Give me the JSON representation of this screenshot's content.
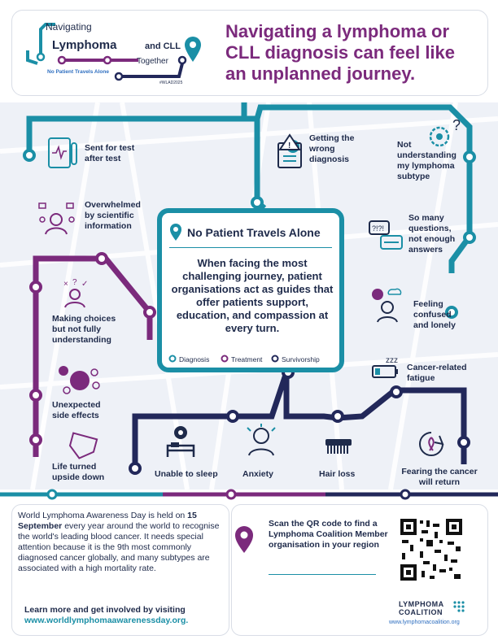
{
  "logo": {
    "line1": "Navigating",
    "line2": "Lymphoma",
    "and_cll": "and CLL",
    "line3": "Together",
    "tagline": "No Patient Travels Alone",
    "hashtag": "#WLAD2025"
  },
  "headline": "Navigating a lymphoma or CLL diagnosis can feel like an unplanned journey.",
  "stops": [
    {
      "label": "Sent for test after test",
      "icon": "tablet-test-icon"
    },
    {
      "label": "Overwhelmed by scientific information",
      "icon": "overwhelmed-person-icon"
    },
    {
      "label": "Making choices but not fully understanding",
      "icon": "choices-person-icon"
    },
    {
      "label": "Unexpected side effects",
      "icon": "side-effects-icon"
    },
    {
      "label": "Life turned upside down",
      "icon": "upside-down-house-icon"
    },
    {
      "label": "Getting the wrong diagnosis",
      "icon": "warning-clipboard-icon"
    },
    {
      "label": "Not understanding my lymphoma subtype",
      "icon": "cell-question-icon"
    },
    {
      "label": "So many questions, not enough answers",
      "icon": "question-bubbles-icon"
    },
    {
      "label": "Feeling confused and lonely",
      "icon": "confused-person-icon"
    },
    {
      "label": "Cancer-related fatigue",
      "icon": "low-battery-icon"
    },
    {
      "label": "Unable to sleep",
      "icon": "bed-eye-icon"
    },
    {
      "label": "Anxiety",
      "icon": "anxious-person-icon"
    },
    {
      "label": "Hair loss",
      "icon": "comb-icon"
    },
    {
      "label": "Fearing the cancer will return",
      "icon": "ribbon-return-icon"
    }
  ],
  "center": {
    "title": "No Patient Travels Alone",
    "body": "When facing the most challenging journey, patient organisations act as guides that offer patients support, education, and compassion at every turn.",
    "legend": [
      "Diagnosis",
      "Treatment",
      "Survivorship"
    ]
  },
  "colors": {
    "diagnosis": "#1b8fa6",
    "treatment": "#7b2a7c",
    "survivorship": "#22285a",
    "headline": "#7b2a7c"
  },
  "bottom": {
    "intro_pre": "World Lymphoma Awareness Day is held on ",
    "date": "15 September",
    "intro_post": " every year around the world to recognise the world's leading blood cancer. It needs special attention because it is the 9th most commonly diagnosed cancer globally, and many subtypes are associated with a high mortality rate.",
    "cta": "Learn more and get involved by visiting",
    "cta_url": "www.worldlymphomaawarenessday.org.",
    "qr_text": "Scan the QR code to find a Lymphoma Coalition Member organisation in your region",
    "org_name_1": "LYMPHOMA",
    "org_name_2": "COALITION",
    "org_url": "www.lymphomacoalition.org"
  }
}
